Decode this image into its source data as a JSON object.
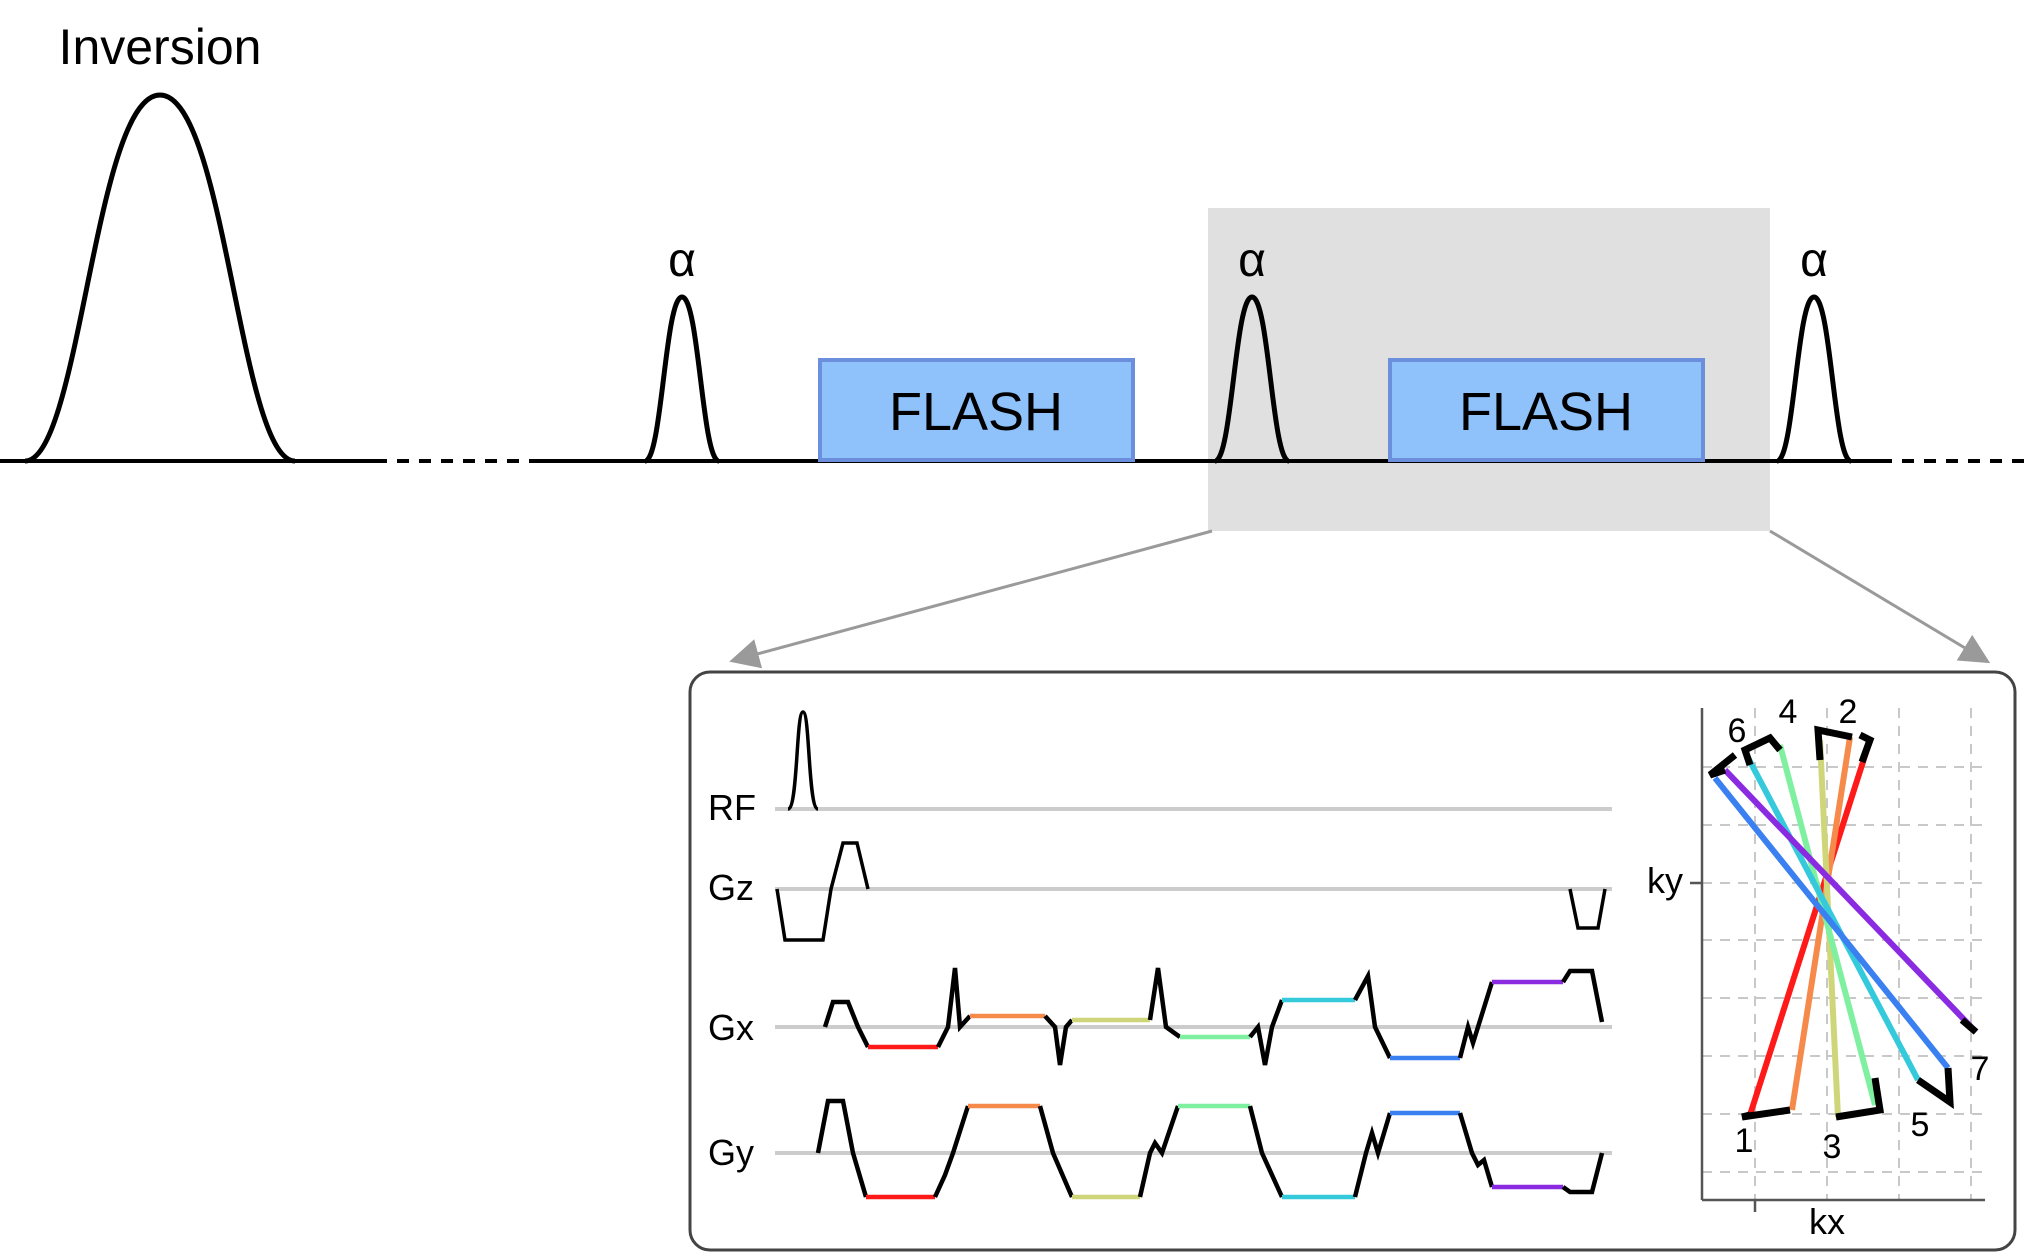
{
  "title": "Inversion",
  "pulse_label": "α",
  "readout_labels": [
    "FLASH",
    "FLASH"
  ],
  "channels": {
    "rf": "RF",
    "gz": "Gz",
    "gx": "Gx",
    "gy": "Gy"
  },
  "kspace": {
    "x_label": "kx",
    "y_label": "ky",
    "spoke_numbers": [
      "1",
      "2",
      "3",
      "4",
      "5",
      "6",
      "7"
    ]
  },
  "colors": {
    "readout_fill": "#8fc1fb",
    "readout_border": "#6b8fdc",
    "highlight": "#e0e0e0",
    "spokes": [
      "#ff1a1a",
      "#f58a4a",
      "#cfd67a",
      "#7ff0a0",
      "#35c9dc",
      "#3a80f0",
      "#8a2be2"
    ]
  }
}
